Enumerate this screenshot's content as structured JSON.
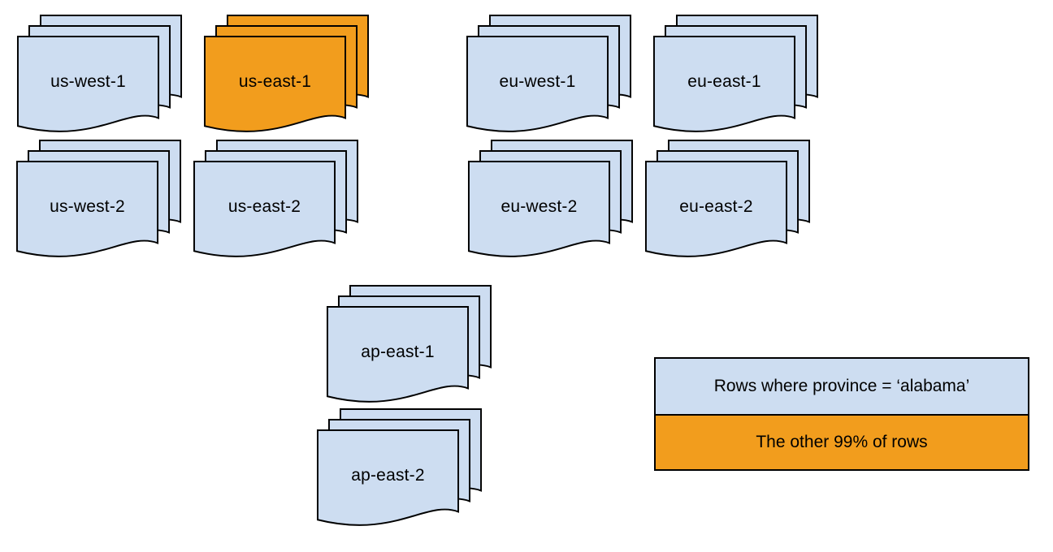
{
  "canvas": {
    "background": "#ffffff"
  },
  "colors": {
    "canvas_bg": "#ffffff",
    "region_fill": "#cdddf1",
    "highlight_fill": "#f29d1d",
    "stroke": "#000000",
    "text": "#000000"
  },
  "stacks": [
    {
      "label": "us-west-1",
      "highlighted": false
    },
    {
      "label": "us-east-1",
      "highlighted": true
    },
    {
      "label": "eu-west-1",
      "highlighted": false
    },
    {
      "label": "eu-east-1",
      "highlighted": false
    },
    {
      "label": "us-west-2",
      "highlighted": false
    },
    {
      "label": "us-east-2",
      "highlighted": false
    },
    {
      "label": "eu-west-2",
      "highlighted": false
    },
    {
      "label": "eu-east-2",
      "highlighted": false
    },
    {
      "label": "ap-east-1",
      "highlighted": false
    },
    {
      "label": "ap-east-2",
      "highlighted": false
    }
  ],
  "legend": {
    "items": [
      {
        "label": "Rows where province = ‘alabama’",
        "swatch": "region_fill"
      },
      {
        "label": "The other 99% of rows",
        "swatch": "highlight_fill"
      }
    ]
  }
}
